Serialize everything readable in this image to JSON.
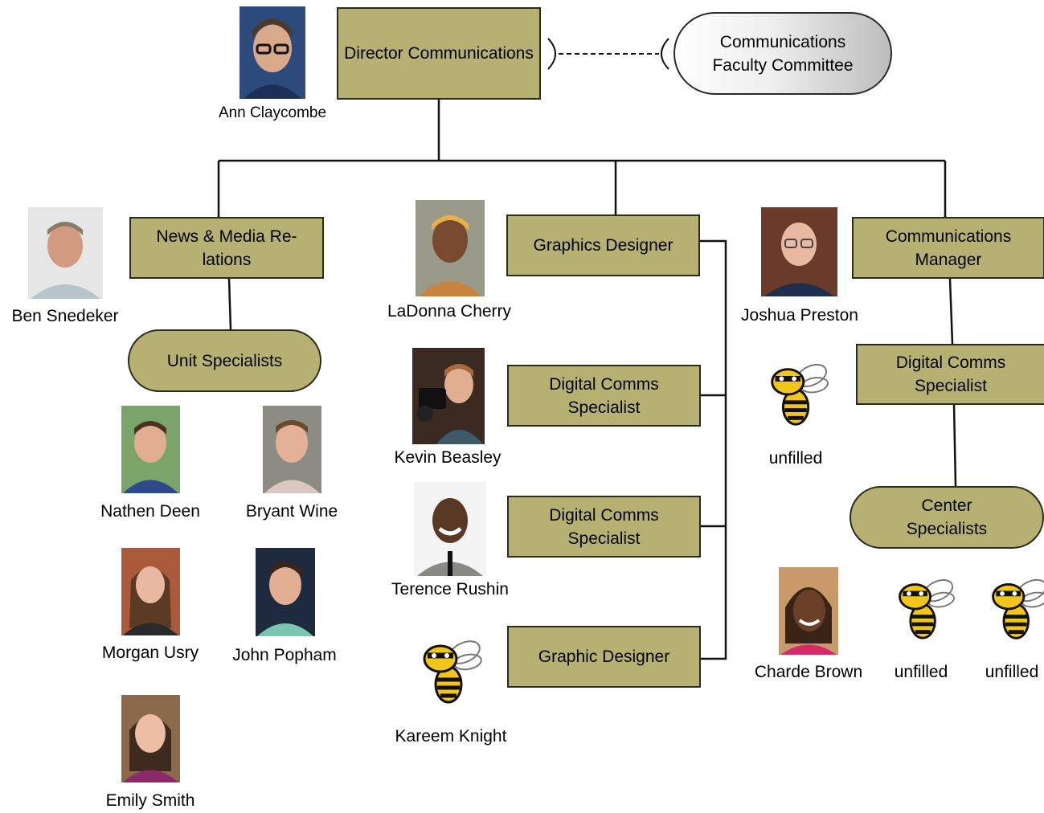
{
  "director": {
    "title": "Director Communications",
    "person": "Ann Claycombe"
  },
  "committee": {
    "label": "Communications Faculty Committee"
  },
  "news": {
    "title": "News & Media Re- lations",
    "person": "Ben Snedeker",
    "unit": {
      "label": "Unit Specialists",
      "people": [
        "Nathen Deen",
        "Bryant Wine",
        "Morgan Usry",
        "John Popham",
        "Emily Smith"
      ]
    }
  },
  "graphics": {
    "title": "Graphics Designer",
    "person": "LaDonna Cherry",
    "reports": [
      {
        "title": "Digital Comms Specialist",
        "person": "Kevin Beasley"
      },
      {
        "title": "Digital Comms Specialist",
        "person": "Terence Rushin"
      },
      {
        "title": "Graphic Designer",
        "person": "Kareem Knight"
      }
    ]
  },
  "comms": {
    "title": "Communications Manager",
    "person": "Joshua Preston",
    "unfilled": "unfilled",
    "digital": {
      "title": "Digital Comms Specialist"
    },
    "center": {
      "label": "Center Specialists",
      "people": [
        "Charde Brown",
        "unfilled",
        "unfilled"
      ]
    }
  },
  "colors": {
    "box_fill": "#b6b072",
    "box_border": "#2a2a1e",
    "mascot_yellow": "#f2c51a"
  },
  "icons": {
    "photo": "person-photo-icon",
    "placeholder": "yellow-jacket-mascot-icon"
  }
}
